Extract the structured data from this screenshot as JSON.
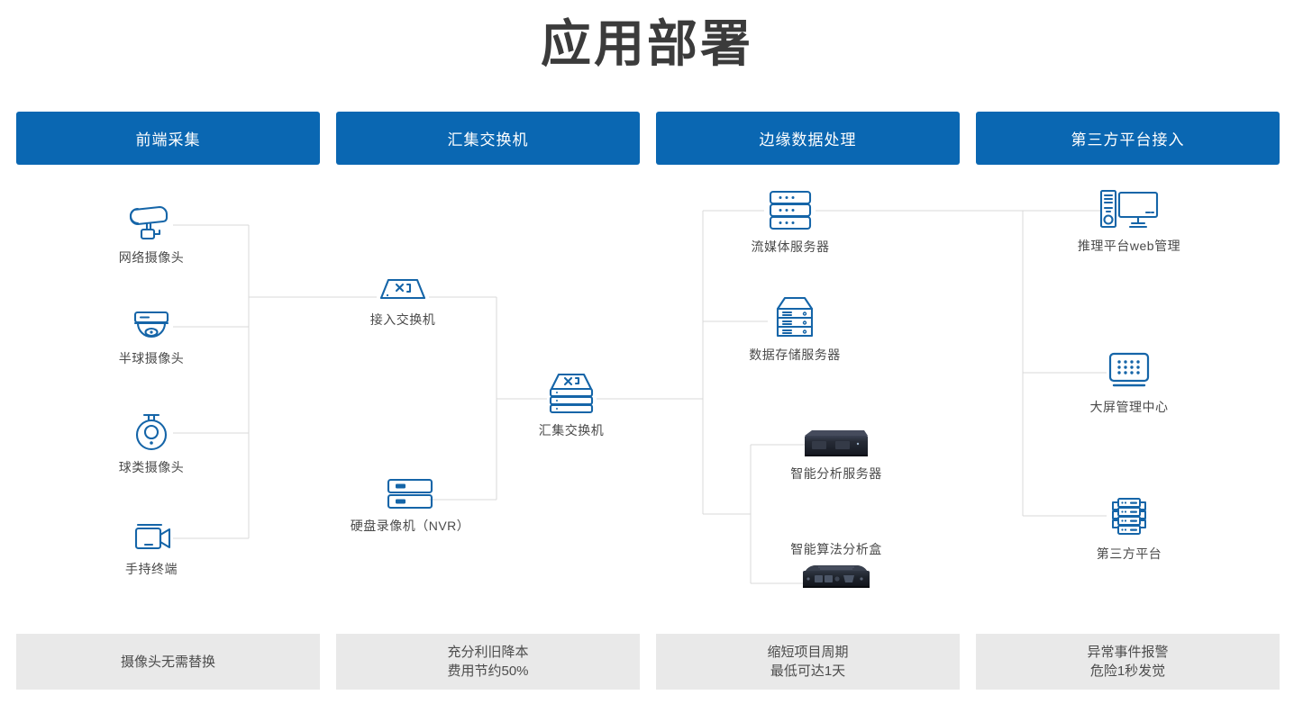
{
  "page": {
    "title": "应用部署",
    "accent_color": "#0a67b2",
    "icon_color": "#1565a8",
    "line_color": "#d4d4d4",
    "footer_bg": "#e9e9e9"
  },
  "columns": [
    {
      "header": "前端采集",
      "footer_line1": "摄像头无需替换",
      "footer_line2": ""
    },
    {
      "header": "汇集交换机",
      "footer_line1": "充分利旧降本",
      "footer_line2": "费用节约50%"
    },
    {
      "header": "边缘数据处理",
      "footer_line1": "缩短项目周期",
      "footer_line2": "最低可达1天"
    },
    {
      "header": "第三方平台接入",
      "footer_line1": "异常事件报警",
      "footer_line2": "危险1秒发觉"
    }
  ],
  "nodes": {
    "ipcam": {
      "label": "网络摄像头",
      "icon": "bullet-camera-icon"
    },
    "domecam": {
      "label": "半球摄像头",
      "icon": "dome-camera-icon"
    },
    "ptzcam": {
      "label": "球类摄像头",
      "icon": "ptz-camera-icon"
    },
    "handheld": {
      "label": "手持终端",
      "icon": "handheld-camcorder-icon"
    },
    "access_sw": {
      "label": "接入交换机",
      "icon": "switch-icon"
    },
    "nvr": {
      "label": "硬盘录像机（NVR）",
      "icon": "nvr-icon"
    },
    "agg_sw": {
      "label": "汇集交换机",
      "icon": "stacked-switch-icon"
    },
    "stream_srv": {
      "label": "流媒体服务器",
      "icon": "rack-server-icon"
    },
    "storage_srv": {
      "label": "数据存储服务器",
      "icon": "storage-server-icon"
    },
    "ai_srv": {
      "label": "智能分析服务器",
      "icon": "ai-server-photo"
    },
    "ai_box": {
      "label": "智能算法分析盒",
      "icon": "ai-box-photo"
    },
    "web_mgmt": {
      "label": "推理平台web管理",
      "icon": "desktop-pc-icon"
    },
    "bigscreen": {
      "label": "大屏管理中心",
      "icon": "video-wall-icon"
    },
    "thirdparty": {
      "label": "第三方平台",
      "icon": "server-rack-icon"
    }
  }
}
